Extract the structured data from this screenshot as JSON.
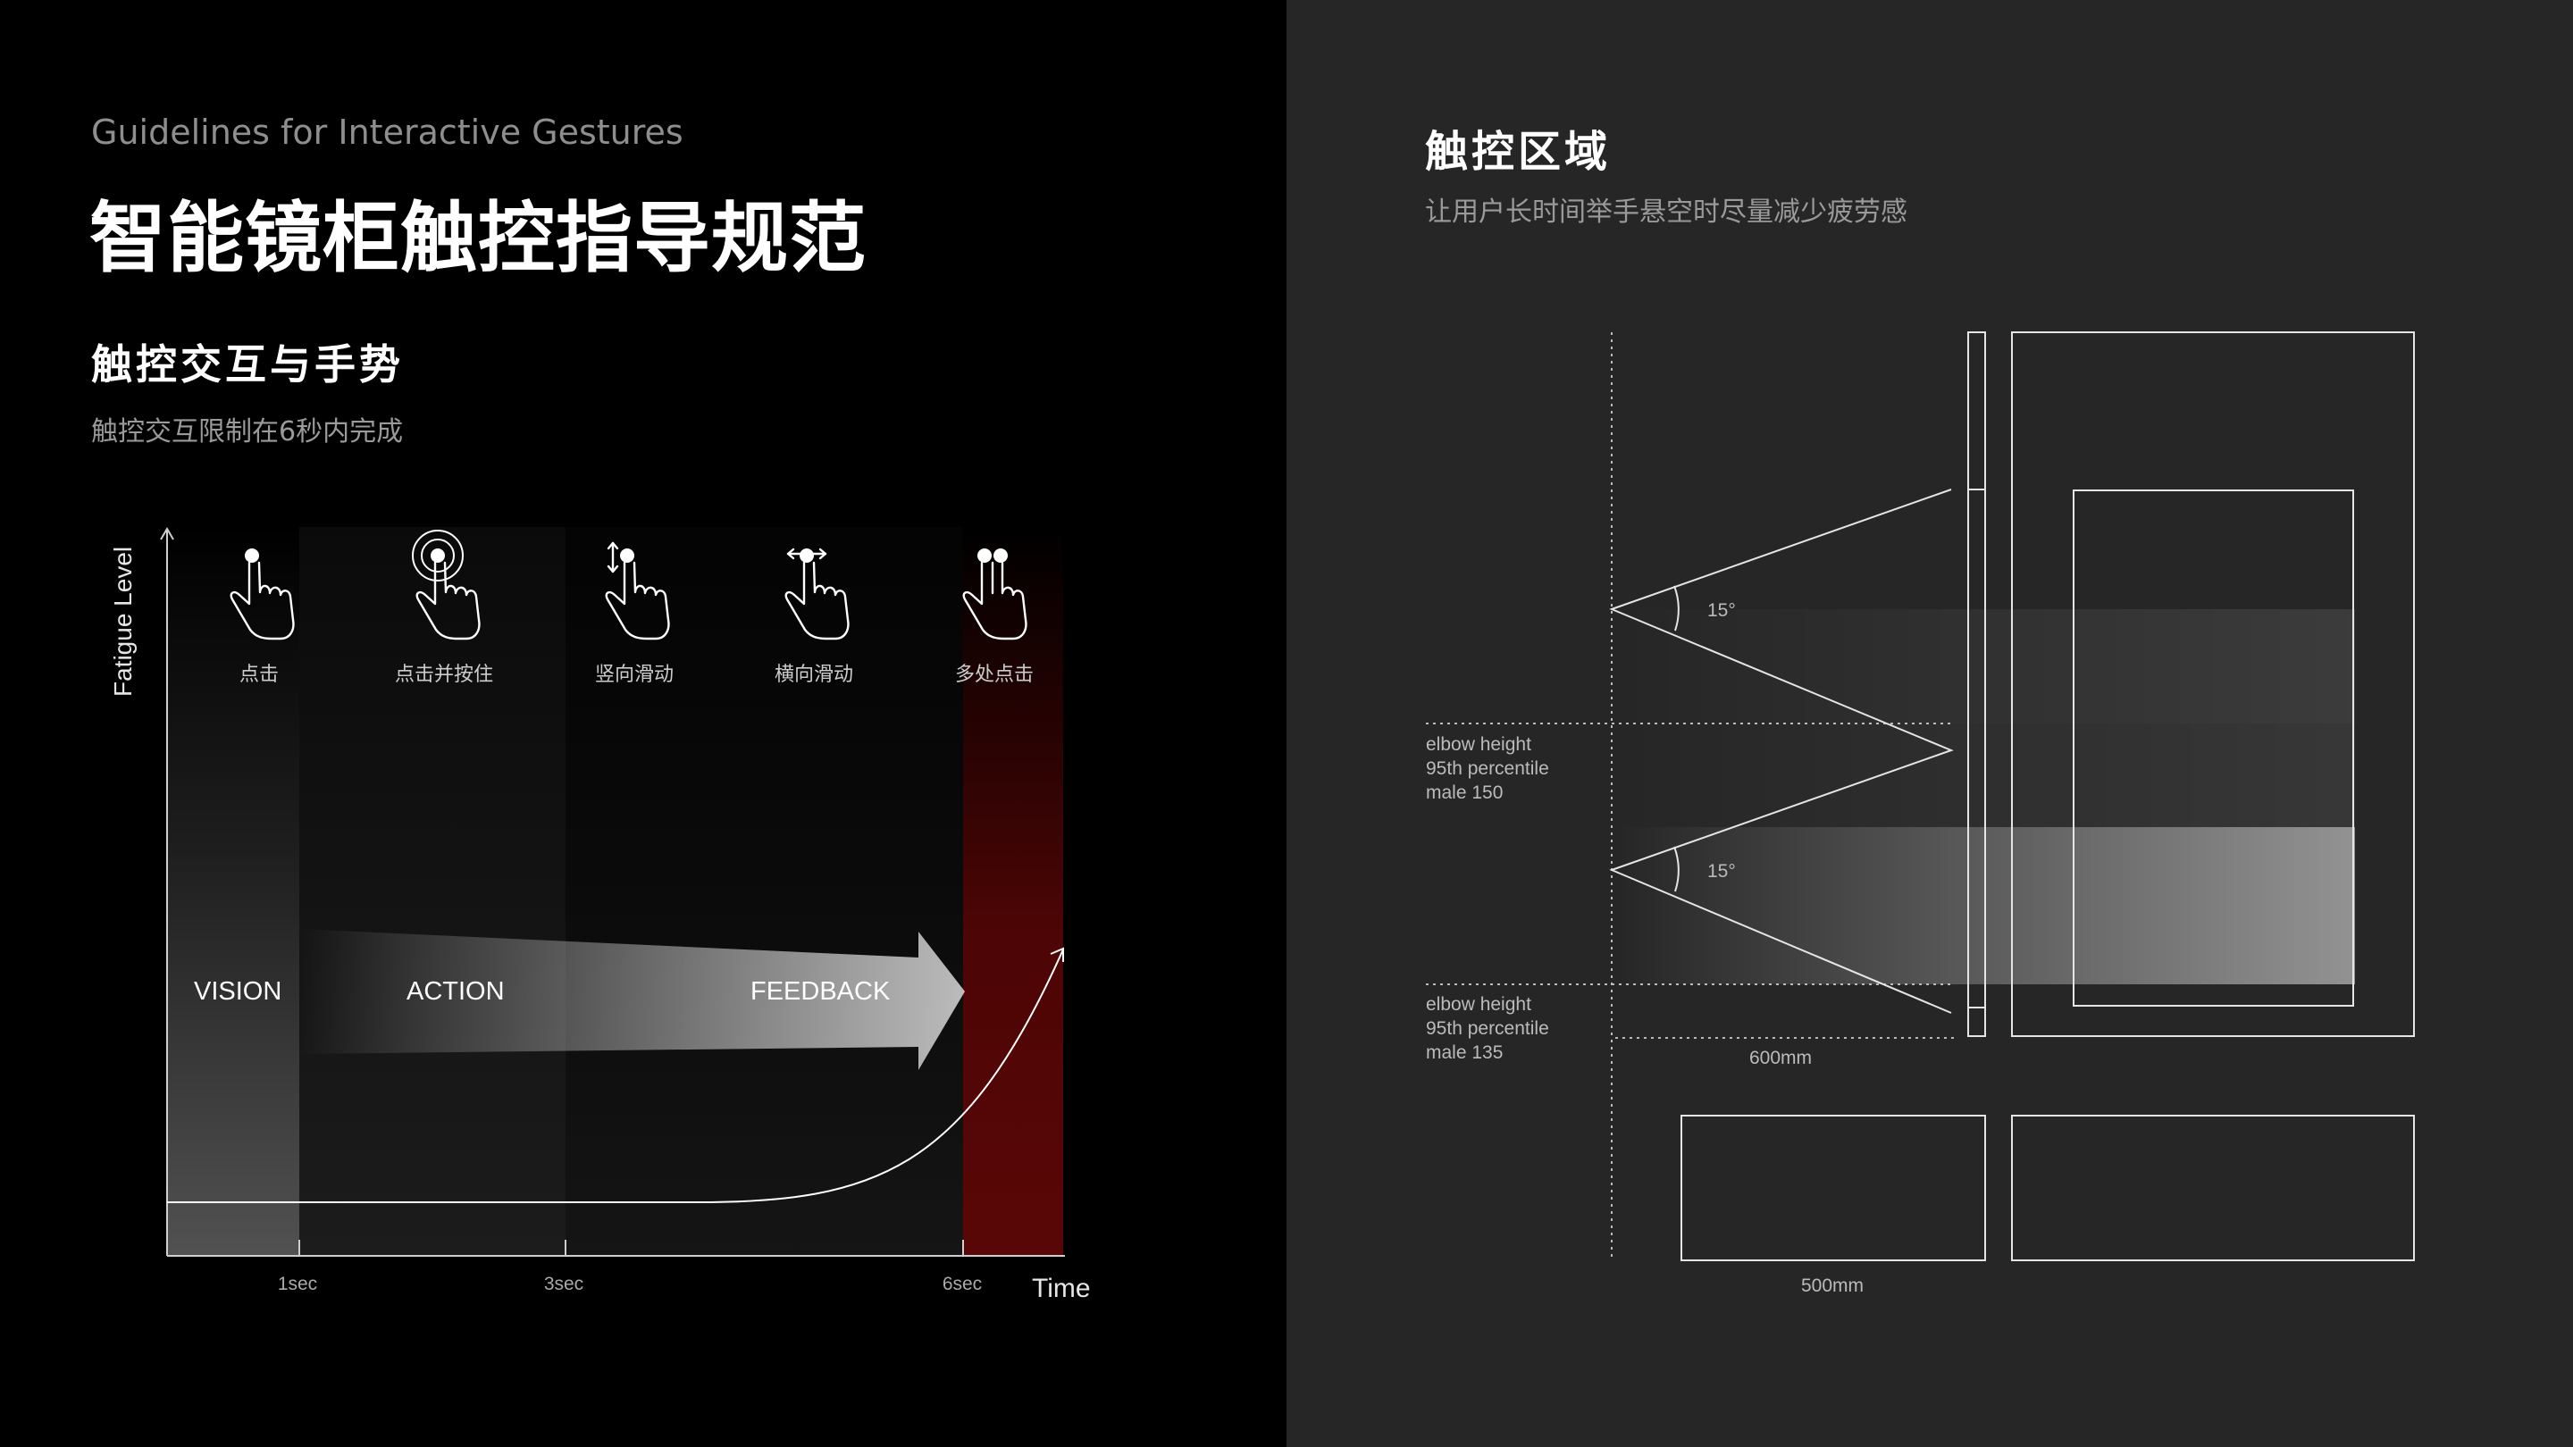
{
  "header": {
    "subtitle_en": "Guidelines for Interactive Gestures",
    "title": "智能镜柜触控指导规范"
  },
  "section_gestures": {
    "title": "触控交互与手势",
    "description": "触控交互限制在6秒内完成"
  },
  "section_touch_area": {
    "title": "触控区域",
    "description": "让用户长时间举手悬空时尽量减少疲劳感"
  },
  "chart": {
    "y_axis_label": "Fatigue Level",
    "x_axis_label": "Time",
    "ticks": [
      "1sec",
      "3sec",
      "6sec"
    ],
    "phases": [
      "VISION",
      "ACTION",
      "FEEDBACK"
    ],
    "gestures": [
      {
        "label": "点击",
        "icon": "tap-icon"
      },
      {
        "label": "点击并按住",
        "icon": "tap-hold-icon"
      },
      {
        "label": "竖向滑动",
        "icon": "vertical-swipe-icon"
      },
      {
        "label": "横向滑动",
        "icon": "horizontal-swipe-icon"
      },
      {
        "label": "多处点击",
        "icon": "multi-tap-icon"
      }
    ],
    "colors": {
      "warning": "#5a0606",
      "curve": "#ffffff"
    }
  },
  "diagram": {
    "angle_top": "15°",
    "angle_bottom": "15°",
    "elbow_high": [
      "elbow height",
      "95th percentile",
      "male 150"
    ],
    "elbow_low": [
      "elbow height",
      "95th percentile",
      "male 135"
    ],
    "dim_600": "600mm",
    "dim_500": "500mm"
  }
}
